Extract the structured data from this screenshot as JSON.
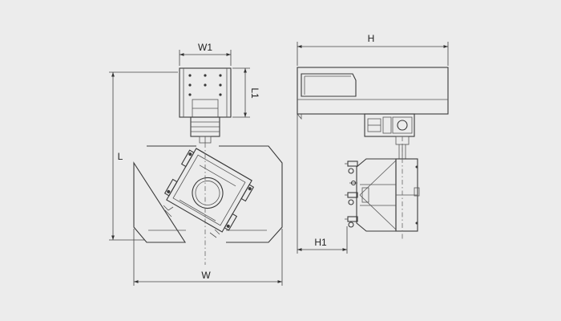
{
  "dimensions": {
    "w1": "W1",
    "l1": "L1",
    "l": "L",
    "w": "W",
    "h": "H",
    "h1": "H1"
  }
}
